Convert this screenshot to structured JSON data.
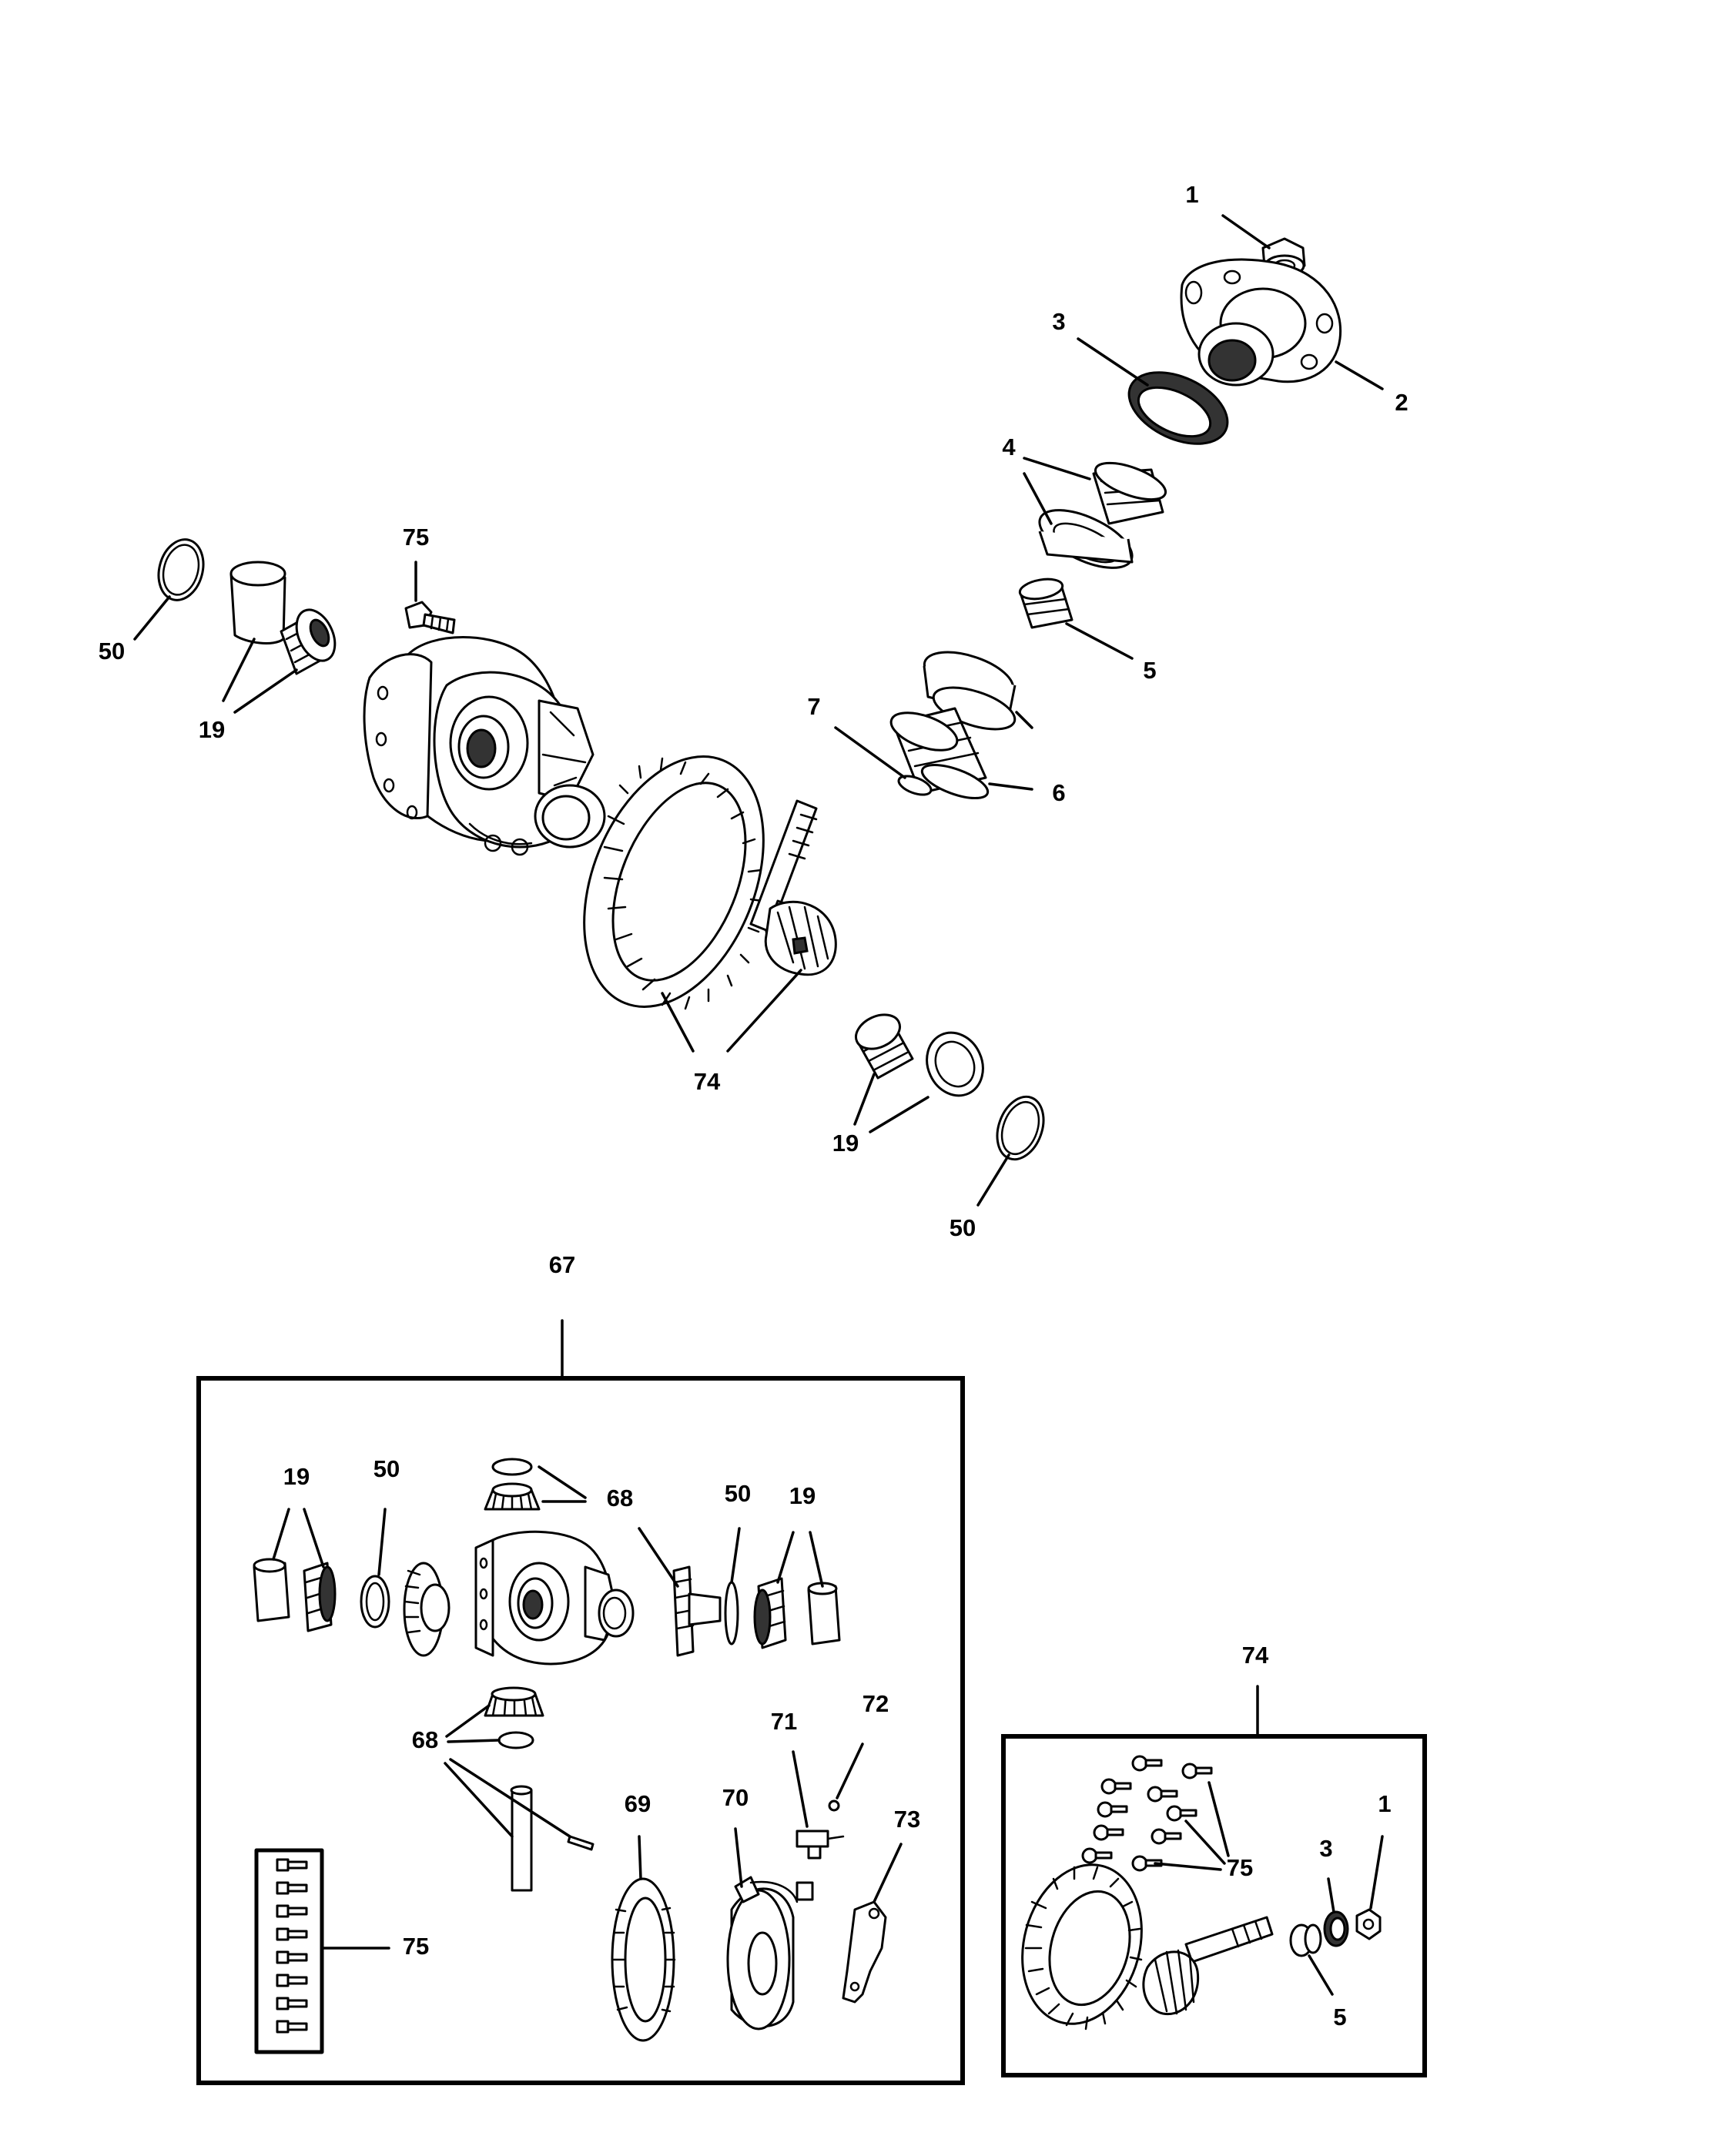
{
  "callouts": {
    "c1_top": "1",
    "c2_top": "2",
    "c3_top": "3",
    "c4_top": "4",
    "c5_top": "5",
    "c6": "6",
    "c7": "7",
    "c75_top": "75",
    "c50_left": "50",
    "c19_left": "19",
    "c74_main": "74",
    "c19_low": "19",
    "c50_low": "50",
    "c67": "67",
    "c19_a": "19",
    "c50_a": "50",
    "c68_a": "68",
    "c50_b": "50",
    "c19_b": "19",
    "c68_b": "68",
    "c71": "71",
    "c72": "72",
    "c69": "69",
    "c70": "70",
    "c73": "73",
    "c75_box": "75",
    "c74_kit": "74",
    "c75_kit": "75",
    "c3_kit": "3",
    "c1_kit": "1",
    "c5_kit": "5"
  }
}
